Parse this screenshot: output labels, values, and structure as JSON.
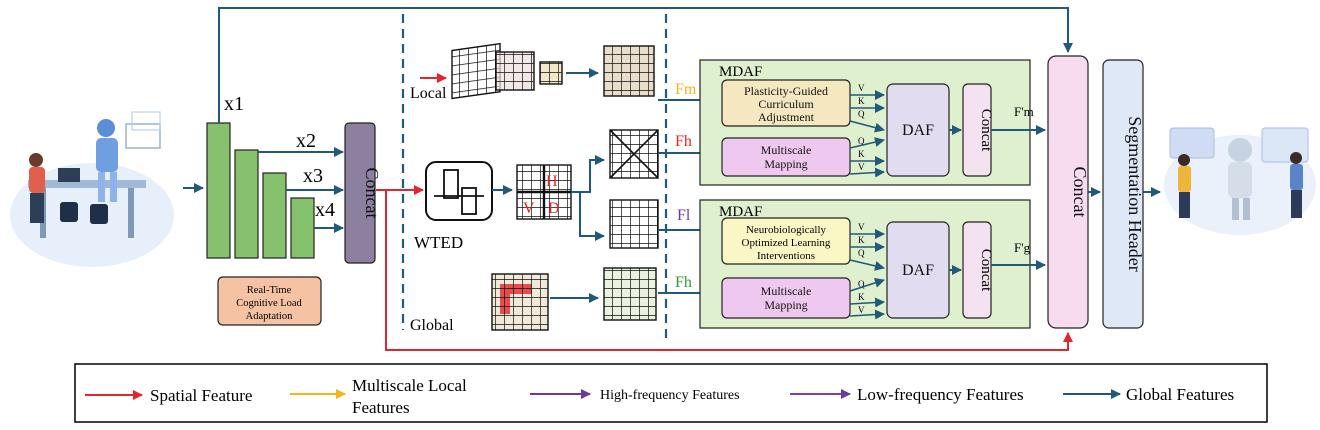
{
  "colors": {
    "spatial": "#e3262b",
    "multiscale_local": "#f7b51c",
    "high_freq": "#6b3aa0",
    "low_freq": "#7b3fb0",
    "global": "#1f5a7a",
    "green_bar": "#86c26e",
    "concat_gray": "#8d7fa0",
    "mdaf_bg": "#dff0cf",
    "plasticity_box": "#f5e7c0",
    "neuro_box": "#fbf7c4",
    "multiscale_box": "#efc8ef",
    "daf_box": "#e1dcef",
    "concat_box": "#f4e2f1",
    "concat_big": "#f7dcef",
    "seg_header": "#dfe8f6",
    "realtime_box": "#f6c2a4"
  },
  "icons": {
    "left_illustration": "person-robot-workstation-icon",
    "right_illustration": "people-robot-dashboard-icon",
    "wted": "wavelet-transform-icon"
  },
  "encoder": {
    "scales": [
      "x1",
      "x2",
      "x3",
      "x4"
    ],
    "concat_label": "Concat",
    "realtime_label": [
      "Real-Time",
      "Cognitive Load",
      "Adaptation"
    ]
  },
  "branches": {
    "local_label": "Local",
    "global_label": "Global",
    "wted_label": "WTED",
    "wavelet_letters": [
      "H",
      "V",
      "D"
    ]
  },
  "features": {
    "fm": "Fm",
    "fh_top": "Fh",
    "fl": "Fl",
    "fh_bottom": "Fh"
  },
  "mdaf_top": {
    "title": "MDAF",
    "module1": [
      "Plasticity-Guided",
      "Curriculum",
      "Adjustment"
    ],
    "module2": [
      "Multiscale",
      "Mapping"
    ],
    "qkv_upper": [
      "V",
      "K",
      "Q"
    ],
    "qkv_lower": [
      "Q",
      "K",
      "V"
    ],
    "daf": "DAF",
    "concat": "Concat",
    "output": "F'm"
  },
  "mdaf_bottom": {
    "title": "MDAF",
    "module1": [
      "Neurobiologically",
      "Optimized Learning",
      "Interventions"
    ],
    "module2": [
      "Multiscale",
      "Mapping"
    ],
    "qkv_upper": [
      "V",
      "K",
      "Q"
    ],
    "qkv_lower": [
      "Q",
      "K",
      "V"
    ],
    "daf": "DAF",
    "concat": "Concat",
    "output": "F'g"
  },
  "fusion": {
    "concat": "Concat",
    "seg_header": "Segmentation Header"
  },
  "legend": {
    "spatial": "Spatial Feature",
    "multiscale_local": [
      "Multiscale Local",
      "Features"
    ],
    "high_freq": "High-frequency Features",
    "low_freq": "Low-frequency Features",
    "global": "Global Features"
  }
}
